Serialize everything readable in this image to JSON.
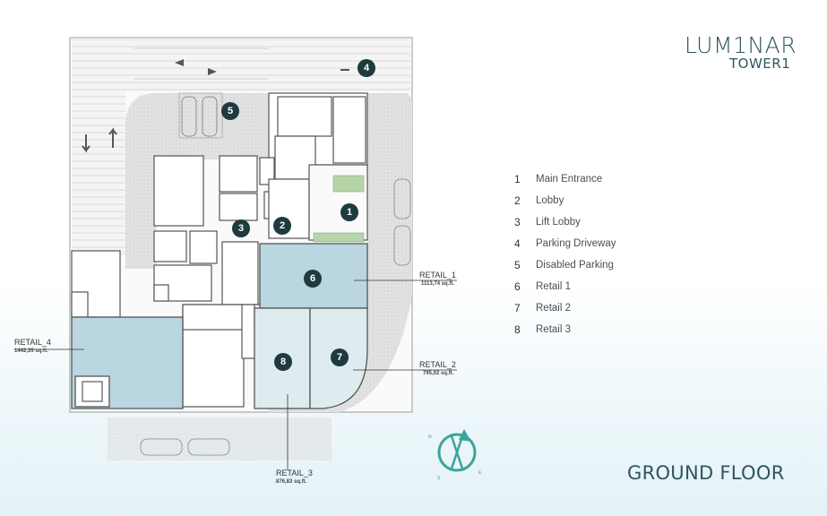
{
  "brand": {
    "line1": "LUM1NAR",
    "line2": "TOWER1"
  },
  "legend": [
    {
      "num": "1",
      "label": "Main Entrance"
    },
    {
      "num": "2",
      "label": "Lobby"
    },
    {
      "num": "3",
      "label": "Lift Lobby"
    },
    {
      "num": "4",
      "label": "Parking Driveway"
    },
    {
      "num": "5",
      "label": "Disabled Parking"
    },
    {
      "num": "6",
      "label": "Retail 1"
    },
    {
      "num": "7",
      "label": "Retail 2"
    },
    {
      "num": "8",
      "label": "Retail 3"
    }
  ],
  "retail": {
    "r1": {
      "name": "RETAIL_1",
      "area": "1113,74 sq.ft."
    },
    "r2": {
      "name": "RETAIL_2",
      "area": "795,02 sq.ft."
    },
    "r3": {
      "name": "RETAIL_3",
      "area": "876,83 sq.ft."
    },
    "r4": {
      "name": "RETAIL_4",
      "area": "1442,35 sq.ft."
    }
  },
  "markers": {
    "m1": "1",
    "m2": "2",
    "m3": "3",
    "m4": "4",
    "m5": "5",
    "m6": "6",
    "m7": "7",
    "m8": "8"
  },
  "floor_label": "GROUND FLOOR",
  "colors": {
    "retail_fill": "#b9d6e1",
    "marker": "#1f3a40",
    "compass": "#3aa59a",
    "text": "#2f5560"
  }
}
